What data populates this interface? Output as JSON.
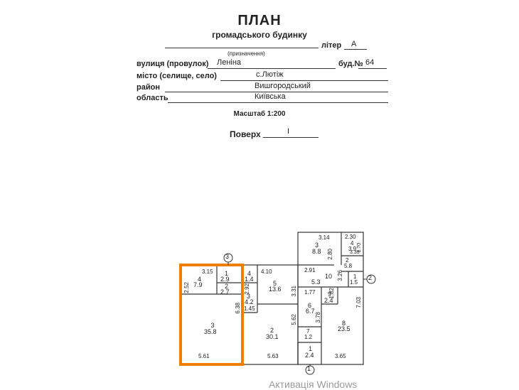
{
  "header": {
    "title": "ПЛАН",
    "subtitle": "громадського будинку",
    "purpose_caption": "(призначення)",
    "liter_label": "літер",
    "liter_value": "А",
    "street_label": "вулиця (провулок)",
    "street_value": "Леніна",
    "building_label": "буд.№",
    "building_value": "64",
    "city_label": "місто (селище, село)",
    "city_value": "с.Лютіж",
    "district_label": "район",
    "district_value": "Вишгородський",
    "region_label": "область",
    "region_value": "Київська",
    "scale": "Масштаб 1:200",
    "floor_label": "Поверх",
    "floor_value": "I"
  },
  "plan": {
    "axis_markers": [
      "3",
      "2",
      "1"
    ],
    "rooms_left": [
      {
        "number": "3",
        "area": "35.8"
      },
      {
        "number": "4",
        "area": "7.9"
      },
      {
        "number": "1",
        "area": "2.9"
      },
      {
        "number": "2",
        "area": "2.7"
      },
      {
        "number": "3",
        "area": "4.2"
      },
      {
        "number": "4",
        "area": "1.4"
      },
      {
        "number": "5",
        "area": "13.6"
      },
      {
        "number": "2",
        "area": "30.1"
      }
    ],
    "rooms_right": [
      {
        "number": "3",
        "area": "8.8"
      },
      {
        "number": "4",
        "area": "3.9"
      },
      {
        "number": "2",
        "area": "5.8"
      },
      {
        "number": "1",
        "area": "1.5"
      },
      {
        "number": "10",
        "area": "5.3"
      },
      {
        "number": "9",
        "area": "2.4"
      },
      {
        "number": "6",
        "area": "6.7"
      },
      {
        "number": "8",
        "area": "23.5"
      },
      {
        "number": "7",
        "area": "1.2"
      },
      {
        "number": "1",
        "area": "2.4"
      }
    ],
    "dimensions": [
      "3.15",
      "2.52",
      "6.38",
      "5.61",
      "5.63",
      "4.10",
      "3.31",
      "2.92",
      "1.45",
      "5.62",
      "3.14",
      "2.30",
      "1.70",
      "2.80",
      "3.33",
      "2.91",
      "3.26",
      "1.82",
      "1.77",
      "3.78",
      "7.03",
      "3.65"
    ]
  },
  "watermark": "Активація Windows"
}
